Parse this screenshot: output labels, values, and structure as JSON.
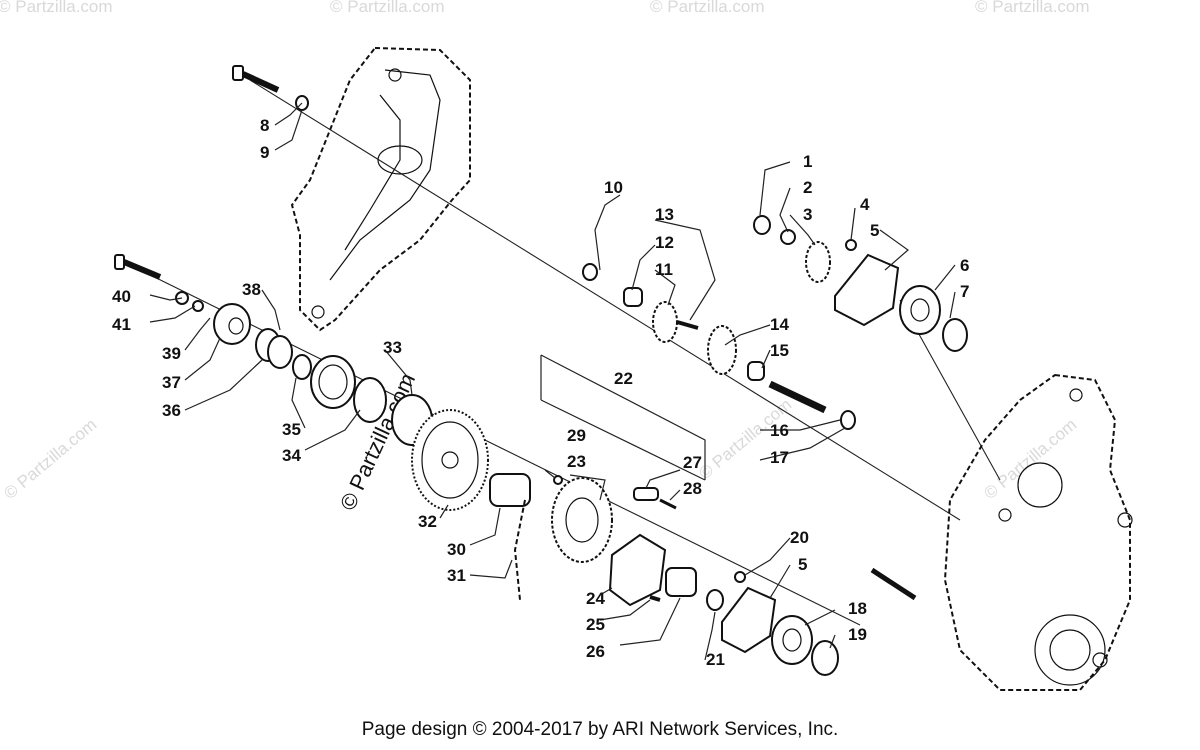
{
  "diagram": {
    "callouts": [
      "1",
      "2",
      "3",
      "4",
      "5",
      "6",
      "7",
      "8",
      "9",
      "10",
      "11",
      "12",
      "13",
      "14",
      "15",
      "16",
      "17",
      "18",
      "19",
      "20",
      "5",
      "21",
      "22",
      "23",
      "24",
      "25",
      "26",
      "27",
      "28",
      "29",
      "30",
      "31",
      "32",
      "33",
      "34",
      "35",
      "36",
      "37",
      "38",
      "39",
      "40",
      "41"
    ],
    "watermark": "© Partzilla.com",
    "watermark_faint": "© Partzilla.com"
  },
  "footer": {
    "text": "Page design © 2004-2017 by ARI Network Services, Inc."
  }
}
